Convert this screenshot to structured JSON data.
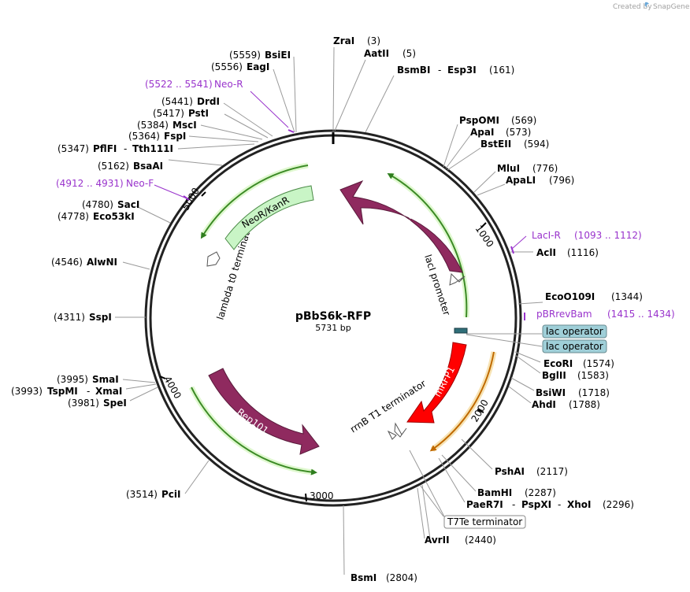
{
  "brand": {
    "prefix": "Created by",
    "name": "SnapGene"
  },
  "plasmid": {
    "name": "pBbS6k-RFP",
    "length": "5731 bp"
  },
  "ticks": [
    "1000",
    "2000",
    "3000",
    "4000",
    "5000"
  ],
  "sites": [
    {
      "name": "ZraI",
      "pos": "(3)"
    },
    {
      "name": "AatII",
      "pos": "(5)"
    },
    {
      "name": "BsmBI",
      "name2": "Esp3I",
      "pos": "(161)"
    },
    {
      "name": "PspOMI",
      "pos": "(569)"
    },
    {
      "name": "ApaI",
      "pos": "(573)"
    },
    {
      "name": "BstEII",
      "pos": "(594)"
    },
    {
      "name": "MluI",
      "pos": "(776)"
    },
    {
      "name": "ApaLI",
      "pos": "(796)"
    },
    {
      "name": "AclI",
      "pos": "(1116)"
    },
    {
      "name": "EcoO109I",
      "pos": "(1344)"
    },
    {
      "name": "EcoRI",
      "pos": "(1574)"
    },
    {
      "name": "BglII",
      "pos": "(1583)"
    },
    {
      "name": "BsiWI",
      "pos": "(1718)"
    },
    {
      "name": "AhdI",
      "pos": "(1788)"
    },
    {
      "name": "PshAI",
      "pos": "(2117)"
    },
    {
      "name": "BamHI",
      "pos": "(2287)"
    },
    {
      "name": "PaeR7I",
      "name2": "PspXI",
      "name3": "XhoI",
      "pos": "(2296)"
    },
    {
      "name": "AvrII",
      "pos": "(2440)"
    },
    {
      "name": "BsmI",
      "pos": "(2804)"
    },
    {
      "name": "PciI",
      "pos": "(3514)"
    },
    {
      "name": "SpeI",
      "pos": "(3981)"
    },
    {
      "name": "TspMI",
      "name2": "XmaI",
      "pos": "(3993)"
    },
    {
      "name": "SmaI",
      "pos": "(3995)"
    },
    {
      "name": "SspI",
      "pos": "(4311)"
    },
    {
      "name": "AlwNI",
      "pos": "(4546)"
    },
    {
      "name": "Eco53kI",
      "pos": "(4778)"
    },
    {
      "name": "SacI",
      "pos": "(4780)"
    },
    {
      "name": "BsaAI",
      "pos": "(5162)"
    },
    {
      "name": "PflFI",
      "name2": "Tth111I",
      "pos": "(5347)"
    },
    {
      "name": "FspI",
      "pos": "(5364)"
    },
    {
      "name": "MscI",
      "pos": "(5384)"
    },
    {
      "name": "PstI",
      "pos": "(5417)"
    },
    {
      "name": "DrdI",
      "pos": "(5441)"
    },
    {
      "name": "EagI",
      "pos": "(5556)"
    },
    {
      "name": "BsiEI",
      "pos": "(5559)"
    }
  ],
  "primers": [
    {
      "name": "Neo-R",
      "range": "(5522 .. 5541)"
    },
    {
      "name": "LacI-R",
      "range": "(1093 .. 1112)"
    },
    {
      "name": "pBRrevBam",
      "range": "(1415 .. 1434)"
    },
    {
      "name": "Neo-F",
      "range": "(4912 .. 4931)"
    }
  ],
  "features": [
    {
      "name": "lacI",
      "color": "#8f2a5f"
    },
    {
      "name": "lacI promoter"
    },
    {
      "name": "mRFP1",
      "color": "#ee0000"
    },
    {
      "name": "rrnB T1 terminator"
    },
    {
      "name": "Rep101",
      "color": "#8f2a5f"
    },
    {
      "name": "lambda t0 terminator"
    },
    {
      "name": "NeoR/KanR",
      "color": "#c9f5c6"
    }
  ],
  "boxed_labels": [
    {
      "text": "lac operator",
      "color": "#9fcfd8"
    },
    {
      "text": "lac operator",
      "color": "#9fcfd8"
    },
    {
      "text": "T7Te terminator",
      "color": "#ffffff"
    }
  ]
}
